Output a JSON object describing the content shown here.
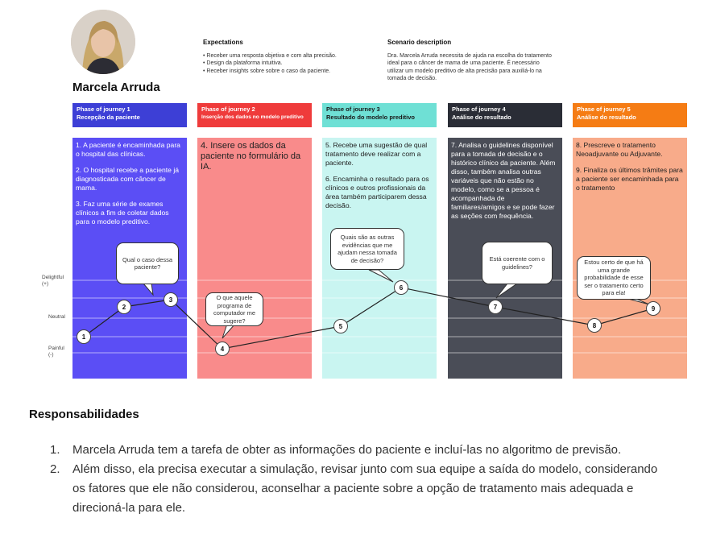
{
  "persona": {
    "name": "Marcela Arruda",
    "avatar_icon": "user-portrait-icon"
  },
  "expectations": {
    "title": "Expectations",
    "items": [
      "• Receber uma resposta objetiva e com alta precisão.",
      "• Design da plataforma intuitiva.",
      "• Receber insights sobre sobre o caso da paciente."
    ]
  },
  "scenario": {
    "title": "Scenario description",
    "text": "Dra. Marcela Arruda necessita de ajuda na escolha do tratamento ideal para o câncer de mama de uma paciente. É necessário utilizar um modelo preditivo de alta precisão para auxiliá-lo na tomada de decisão."
  },
  "axis": {
    "delightful": "Delightful\n(+)",
    "neutral": "Neutral",
    "painful": "Painful\n(-)"
  },
  "phases": [
    {
      "title": "Phase of journey 1",
      "subtitle": "Recepção da paciente",
      "head_color": "#3d3fd6",
      "body_color": "#5b4ef5",
      "text_color": "#ffffff",
      "items": [
        "1. A paciente é encaminhada para o hospital das clínicas.",
        "2. O hospital recebe a paciente já diagnosticada com câncer de mama.",
        "3. Faz uma série de exames clínicos a fim de coletar dados para o modelo preditivo."
      ]
    },
    {
      "title": "Phase of journey 2",
      "subtitle": "Inserção dos dados no modelo preditivo",
      "head_color": "#ef3b3b",
      "body_color": "#f98b8b",
      "text_color": "#222222",
      "items": [
        "4. Insere os dados da paciente no formulário da IA."
      ]
    },
    {
      "title": "Phase of journey 3",
      "subtitle": "Resultado do modelo preditivo",
      "head_color": "#6fe0d5",
      "body_color": "#c9f5f1",
      "text_color": "#222222",
      "items": [
        "5. Recebe uma sugestão de qual tratamento deve realizar com a paciente.",
        "6. Encaminha o resultado para os clínicos e outros profissionais da área também participarem dessa decisão."
      ]
    },
    {
      "title": "Phase of journey 4",
      "subtitle": "Análise do resultado",
      "head_color": "#2a2d36",
      "body_color": "#4a4d57",
      "text_color": "#ffffff",
      "items": [
        "7. Analisa o guidelines disponível para a tomada de decisão e o histórico clínico da paciente. Além disso, também analisa outras variáveis que não estão no modelo, como se a pessoa é acompanhada de familiares/amigos e se pode fazer as seções com frequência."
      ]
    },
    {
      "title": "Phase of journey 5",
      "subtitle": "Análise do resultado",
      "head_color": "#f57c14",
      "body_color": "#f8ab8a",
      "text_color": "#222222",
      "items": [
        "8. Prescreve o tratamento Neoadjuvante ou Adjuvante.",
        "9. Finaliza os últimos trâmites para a paciente ser encaminhada para o tratamento"
      ]
    }
  ],
  "bubbles": [
    "Qual o caso dessa paciente?",
    "O que aquele programa de computador me sugere?",
    "Quais são as outras evidências que me ajudam nessa tomada de decisão?",
    "Está coerente com o guidelines?",
    "Estou certo de que há uma grande probabilidade de esse ser o tratamento certo para ela!"
  ],
  "journey_points": [
    {
      "label": "1",
      "level": "painful"
    },
    {
      "label": "2",
      "level": "neutral-high"
    },
    {
      "label": "3",
      "level": "neutral-high"
    },
    {
      "label": "4",
      "level": "painful"
    },
    {
      "label": "5",
      "level": "neutral"
    },
    {
      "label": "6",
      "level": "delightful"
    },
    {
      "label": "7",
      "level": "neutral-high"
    },
    {
      "label": "8",
      "level": "neutral"
    },
    {
      "label": "9",
      "level": "neutral-high"
    }
  ],
  "responsibilities": {
    "title": "Responsabilidades",
    "items": [
      {
        "num": "1.",
        "text": "Marcela Arruda tem a tarefa de obter as informações do paciente e incluí-las no algoritmo de previsão."
      },
      {
        "num": "2.",
        "text": "Além disso, ela precisa executar a simulação, revisar junto com sua equipe a saída do modelo, considerando os fatores que ele não considerou, aconselhar a paciente sobre a opção de tratamento mais adequada e direcioná-la para ele."
      }
    ]
  }
}
